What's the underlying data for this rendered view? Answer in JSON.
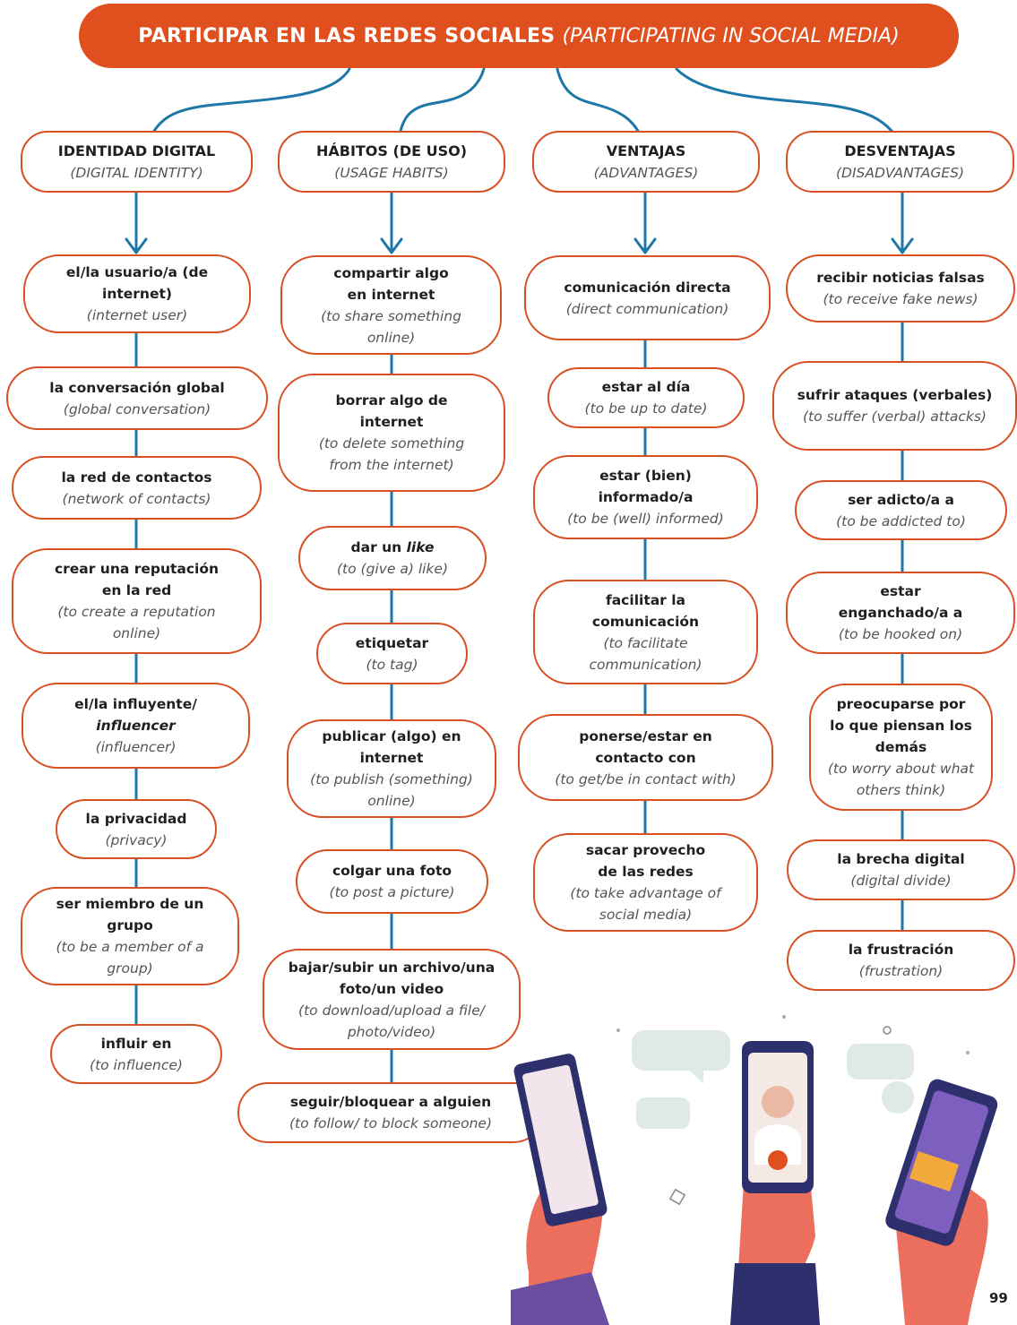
{
  "title": {
    "es": "PARTICIPAR EN LAS REDES SOCIALES",
    "en": "(PARTICIPATING IN SOCIAL MEDIA)"
  },
  "columns": [
    {
      "header": {
        "es": "IDENTIDAD DIGITAL",
        "en": "(DIGITAL IDENTITY)"
      },
      "items": [
        {
          "es": "el/la usuario/a (de internet)",
          "en": "(internet user)"
        },
        {
          "es": "la conversación global",
          "en": "(global conversation)"
        },
        {
          "es": "la red de contactos",
          "en": "(network of contacts)"
        },
        {
          "es": "crear una reputación en la red",
          "en": "(to create a reputation online)"
        },
        {
          "es": "el/la influyente/",
          "es_italic": "influencer",
          "en": "(influencer)"
        },
        {
          "es": "la privacidad",
          "en": "(privacy)"
        },
        {
          "es": "ser miembro de un grupo",
          "en": "(to be a member of a group)"
        },
        {
          "es": "influir en",
          "en": "(to influence)"
        }
      ]
    },
    {
      "header": {
        "es": "HÁBITOS (DE USO)",
        "en": "(USAGE HABITS)"
      },
      "items": [
        {
          "es": "compartir algo en internet",
          "en": "(to share something online)"
        },
        {
          "es": "borrar algo de internet",
          "en": "(to delete something from the internet)"
        },
        {
          "es": "dar un ",
          "es_italic": "like",
          "en": "(to (give a) like)"
        },
        {
          "es": "etiquetar",
          "en": "(to tag)"
        },
        {
          "es": "publicar (algo) en internet",
          "en": "(to publish (something) online)"
        },
        {
          "es": "colgar una foto",
          "en": "(to post a picture)"
        },
        {
          "es": "bajar/subir un archivo/una foto/un video",
          "en": "(to download/upload a file/ photo/video)"
        },
        {
          "es": "seguir/bloquear a alguien",
          "en": "(to follow/ to block someone)"
        }
      ]
    },
    {
      "header": {
        "es": "VENTAJAS",
        "en": "(ADVANTAGES)"
      },
      "items": [
        {
          "es": "comunicación directa",
          "en": "(direct communication)"
        },
        {
          "es": "estar al día",
          "en": "(to be up to date)"
        },
        {
          "es": "estar (bien) informado/a",
          "en": "(to be (well) informed)"
        },
        {
          "es": "facilitar la comunicación",
          "en": "(to facilitate communication)"
        },
        {
          "es": "ponerse/estar en contacto con",
          "en": "(to get/be in contact with)"
        },
        {
          "es": "sacar provecho de las redes",
          "en": "(to take advantage of social media)"
        }
      ]
    },
    {
      "header": {
        "es": "DESVENTAJAS",
        "en": "(DISADVANTAGES)"
      },
      "items": [
        {
          "es": "recibir noticias falsas",
          "en": "(to receive fake news)"
        },
        {
          "es": "sufrir ataques (verbales)",
          "en": "(to suffer (verbal) attacks)"
        },
        {
          "es": "ser adicto/a a",
          "en": "(to be addicted to)"
        },
        {
          "es": "estar enganchado/a a",
          "en": "(to be hooked on)"
        },
        {
          "es": "preocuparse por lo que piensan los demás",
          "en": "(to worry about what others think)"
        },
        {
          "es": "la brecha digital",
          "en": "(digital divide)"
        },
        {
          "es": "la frustración",
          "en": "(frustration)"
        }
      ]
    }
  ],
  "page_number": "99",
  "colors": {
    "accent": "#e0501f",
    "border": "#d84f22",
    "connector": "#1d78a8"
  }
}
